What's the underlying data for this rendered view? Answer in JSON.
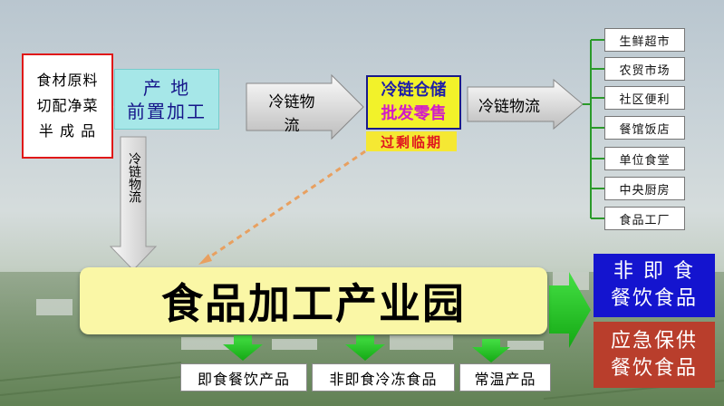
{
  "raw_materials": {
    "lines": [
      "食材原料",
      "切配净菜",
      "半 成 品"
    ]
  },
  "origin_processing": {
    "line1": "产  地",
    "line2": "前置加工"
  },
  "cold_chain_label": "冷链物流",
  "arrow1": {
    "line1": "冷链物",
    "line2": "流"
  },
  "warehouse": {
    "line1": "冷链仓储",
    "line2": "批发零售"
  },
  "expiring": "过剩临期",
  "arrow2": "冷链物流",
  "destinations": [
    "生鲜超市",
    "农贸市场",
    "社区便利",
    "餐馆饭店",
    "单位食堂",
    "中央厨房",
    "食品工厂"
  ],
  "vertical_arrow": "冷链物流",
  "park": "食品加工产业园",
  "products": [
    "即食餐饮产品",
    "非即食冷冻食品",
    "常温产品"
  ],
  "outputs": {
    "non_instant": {
      "line1": "非 即 食",
      "line2": "餐饮食品"
    },
    "emergency": {
      "line1": "应急保供",
      "line2": "餐饮食品"
    }
  },
  "colors": {
    "raw_border": "#e01818",
    "origin_bg": "#a6e7e8",
    "warehouse_bg": "#f2f22a",
    "park_bg": "#faf7a6",
    "destination_line": "#2a9a2a",
    "green_arrow": "#22cc22",
    "blue_output": "#1414cf",
    "red_output": "#b93e2c"
  }
}
